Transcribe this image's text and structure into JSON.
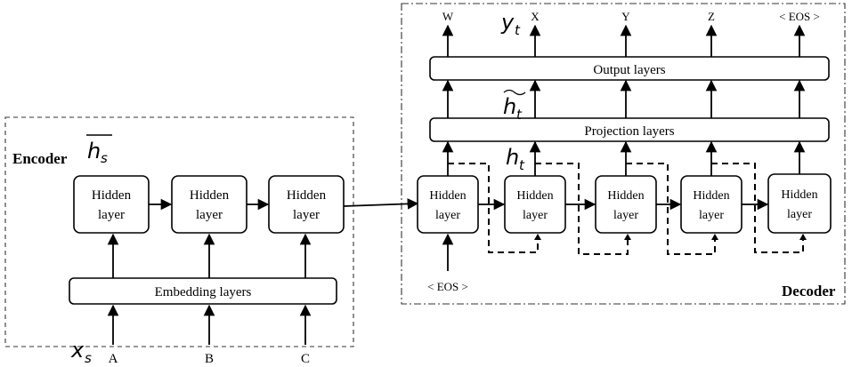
{
  "encoder": {
    "title": "Encoder",
    "hidden_label_line1": "Hidden",
    "hidden_label_line2": "layer",
    "embedding_label": "Embedding layers",
    "inputs": [
      "A",
      "B",
      "C"
    ]
  },
  "decoder": {
    "title": "Decoder",
    "hidden_label_line1": "Hidden",
    "hidden_label_line2": "layer",
    "projection_label": "Projection layers",
    "output_label": "Output layers",
    "start_token": "< EOS >",
    "outputs": [
      "W",
      "X",
      "Y",
      "Z",
      "< EOS >"
    ]
  },
  "math": {
    "hs_bar": "h",
    "hs_sub": "s",
    "xs": "x",
    "xs_sub": "s",
    "yt": "y",
    "yt_sub": "t",
    "ht_tilde": "h",
    "ht_tilde_sub": "t",
    "ht": "h",
    "ht_sub": "t"
  }
}
